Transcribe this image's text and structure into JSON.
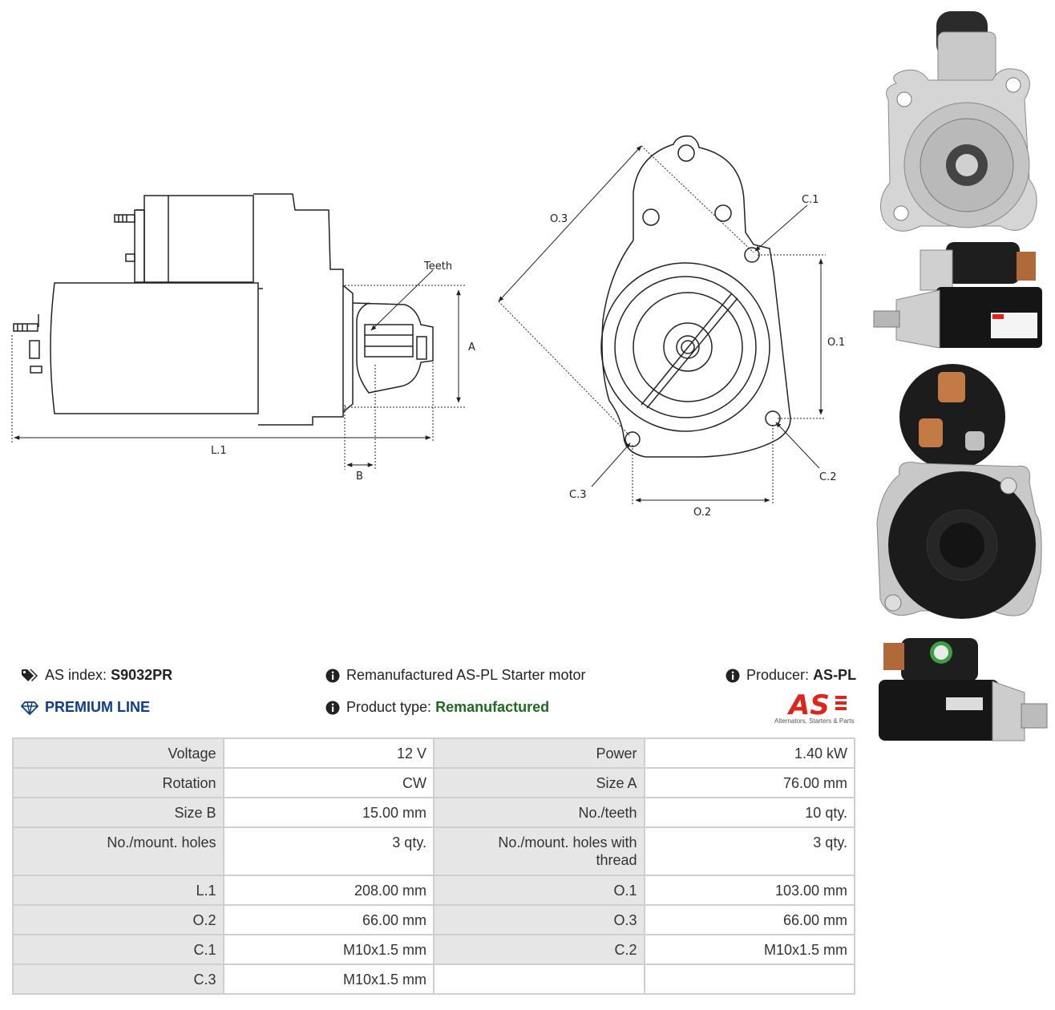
{
  "diagram": {
    "labels": {
      "teeth": "Teeth",
      "a": "A",
      "b": "B",
      "l1": "L.1",
      "o1": "O.1",
      "o2": "O.2",
      "o3": "O.3",
      "c1": "C.1",
      "c2": "C.2",
      "c3": "C.3"
    }
  },
  "product": {
    "index_label": "AS index:",
    "index_value": "S9032PR",
    "line": "PREMIUM LINE",
    "description": "Remanufactured AS-PL Starter motor",
    "type_label": "Product type:",
    "type_value": "Remanufactured",
    "producer_label": "Producer:",
    "producer_value": "AS-PL",
    "logo_text": "AS",
    "logo_tagline": "Alternators, Starters & Parts"
  },
  "specs": [
    [
      "Voltage",
      "12 V",
      "Power",
      "1.40 kW"
    ],
    [
      "Rotation",
      "CW",
      "Size A",
      "76.00 mm"
    ],
    [
      "Size B",
      "15.00 mm",
      "No./teeth",
      "10 qty."
    ],
    [
      "No./mount. holes",
      "3 qty.",
      "No./mount. holes with thread",
      "3 qty."
    ],
    [
      "L.1",
      "208.00 mm",
      "O.1",
      "103.00 mm"
    ],
    [
      "O.2",
      "66.00 mm",
      "O.3",
      "66.00 mm"
    ],
    [
      "C.1",
      "M10x1.5 mm",
      "C.2",
      "M10x1.5 mm"
    ],
    [
      "C.3",
      "M10x1.5 mm",
      "",
      ""
    ]
  ],
  "colors": {
    "accent": "#0d3c8f",
    "type": "#1d6b1d",
    "logo": "#e2231a"
  }
}
